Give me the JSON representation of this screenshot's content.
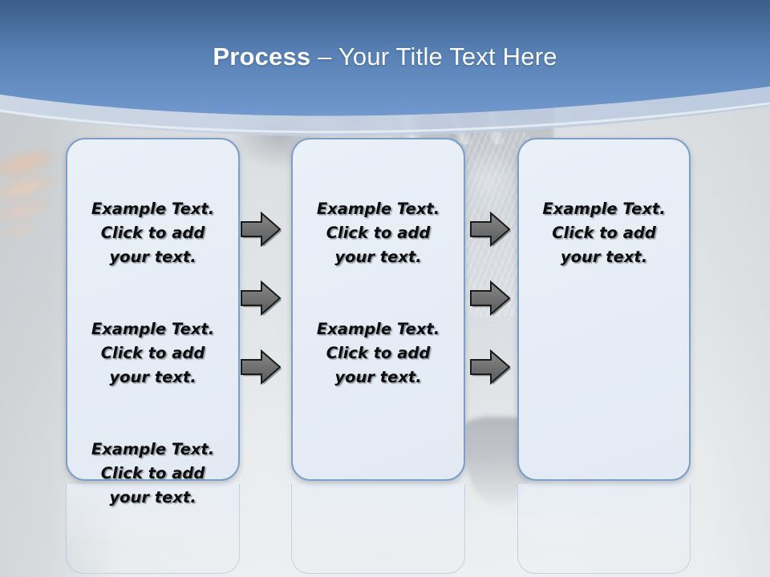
{
  "slide": {
    "title_bold": "Process",
    "title_rest": " – Your Title Text Here",
    "background": {
      "banner_top_color": "#3c5d8a",
      "banner_bottom_color": "#6f97cc",
      "field_color": "#d9dde0"
    },
    "accent_color": "#7a9fcb",
    "box_fill_color": "#e8eff8",
    "arrow_color": "#6f6f6f",
    "text_color": "#0d0d0d"
  },
  "process": {
    "boxes": [
      {
        "name": "step-1",
        "paragraphs": [
          "Example Text.\nClick  to add\nyour text.",
          "Example Text.\nClick  to add\nyour text.",
          "Example Text.\nClick  to add\nyour text."
        ]
      },
      {
        "name": "step-2",
        "paragraphs": [
          "Example Text.\nClick  to add\nyour text.",
          "Example Text.\nClick  to add\nyour text."
        ]
      },
      {
        "name": "step-3",
        "paragraphs": [
          "Example Text.\nClick  to add\nyour text."
        ]
      }
    ],
    "arrows": [
      {
        "name": "arrow-1-to-2-row-1",
        "from": "step-1",
        "to": "step-2",
        "row": 1
      },
      {
        "name": "arrow-1-to-2-row-2",
        "from": "step-1",
        "to": "step-2",
        "row": 2
      },
      {
        "name": "arrow-1-to-2-row-3",
        "from": "step-1",
        "to": "step-2",
        "row": 3
      },
      {
        "name": "arrow-2-to-3-row-1",
        "from": "step-2",
        "to": "step-3",
        "row": 1
      },
      {
        "name": "arrow-2-to-3-row-2",
        "from": "step-2",
        "to": "step-3",
        "row": 2
      },
      {
        "name": "arrow-2-to-3-row-3",
        "from": "step-2",
        "to": "step-3",
        "row": 3
      }
    ]
  }
}
